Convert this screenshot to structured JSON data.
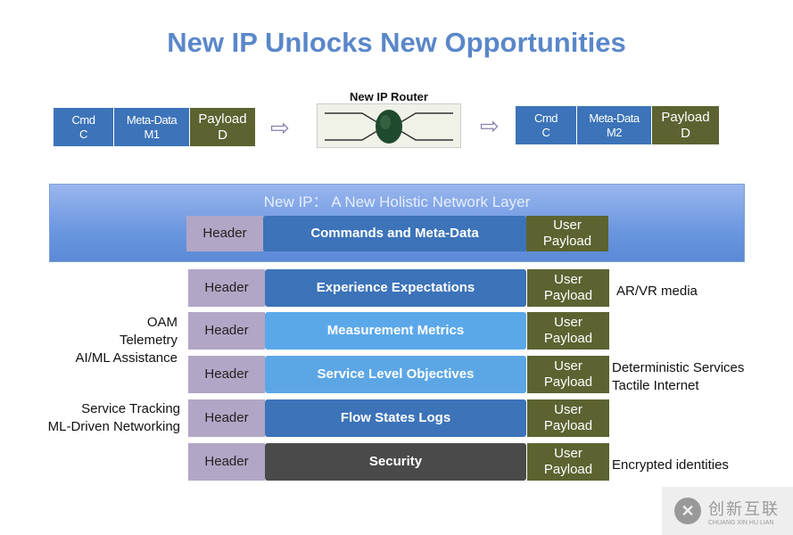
{
  "title": "New IP Unlocks New Opportunities",
  "packet_in": {
    "cmd": "Cmd\nC",
    "meta": "Meta-Data\nM1",
    "payload": "Payload\nD"
  },
  "router_label": "New IP Router",
  "packet_out": {
    "cmd": "Cmd\nC",
    "meta": "Meta-Data\nM2",
    "payload": "Payload\nD"
  },
  "band": {
    "title": "New IP：  A New Holistic Network Layer",
    "header": "Header",
    "main": "Commands and Meta-Data",
    "payload": "User\nPayload"
  },
  "rows": [
    {
      "header": "Header",
      "main": "Experience Expectations",
      "payload": "User\nPayload",
      "color": "#3c73b9"
    },
    {
      "header": "Header",
      "main": "Measurement Metrics",
      "payload": "User\nPayload",
      "color": "#5aa8ea"
    },
    {
      "header": "Header",
      "main": "Service Level Objectives",
      "payload": "User\nPayload",
      "color": "#5ca6e6"
    },
    {
      "header": "Header",
      "main": "Flow States  Logs",
      "payload": "User\nPayload",
      "color": "#3c73b9"
    },
    {
      "header": "Header",
      "main": "Security",
      "payload": "User\nPayload",
      "color": "#4a4a4a"
    }
  ],
  "left_labels": {
    "oam": "OAM\nTelemetry\nAI/ML Assistance",
    "tracking": "Service Tracking\nML-Driven Networking"
  },
  "right_labels": {
    "arvr": "AR/VR media",
    "deterministic": "Deterministic Services\nTactile Internet",
    "encrypted": "Encrypted identities"
  },
  "watermark": {
    "cn": "创新互联",
    "en": "CHUANG XIN HU LIAN"
  }
}
